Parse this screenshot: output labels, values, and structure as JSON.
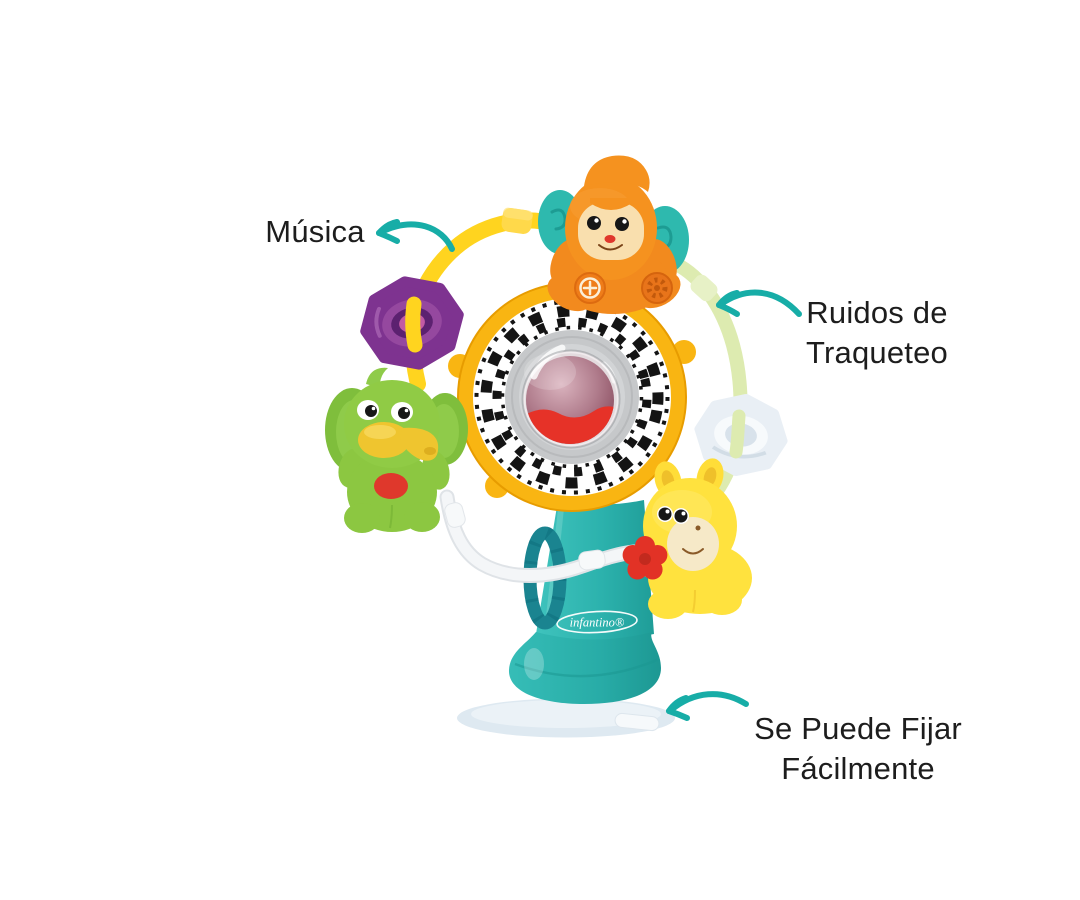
{
  "figure": {
    "background": "#ffffff",
    "subject": "Infantino spinning rattle toy with suction base",
    "annotations": {
      "arrow_color": "#17ada7",
      "text_color": "#1d1d1d",
      "labels": {
        "musica": {
          "text": "Música"
        },
        "ruidos": {
          "line1": "Ruidos de",
          "line2": "Traqueteo"
        },
        "fijar": {
          "line1": "Se Puede Fijar",
          "line2": "Fácilmente"
        }
      }
    },
    "product": {
      "brand": "infantino®",
      "colors": {
        "wheel_yellow": "#f9b512",
        "stand_teal": "#2cb2ad",
        "handle_dark_teal": "#1a8490",
        "monkey_orange": "#f28a1e",
        "monkey_ear_teal": "#2eb9ae",
        "elephant_green": "#8cc741",
        "trunk_yellow": "#efc52f",
        "giraffe_yellow": "#ffe23e",
        "gear_purple": "#7e3390",
        "gear_white": "#e9eff5",
        "rattle_red": "#e63228",
        "ball_pink": "#b07c8c",
        "tube_yellow": "#ffd41f",
        "tube_green": "#ddebb0",
        "tube_white": "#f4f6f8",
        "suction_base": "#dee9f1"
      }
    }
  }
}
